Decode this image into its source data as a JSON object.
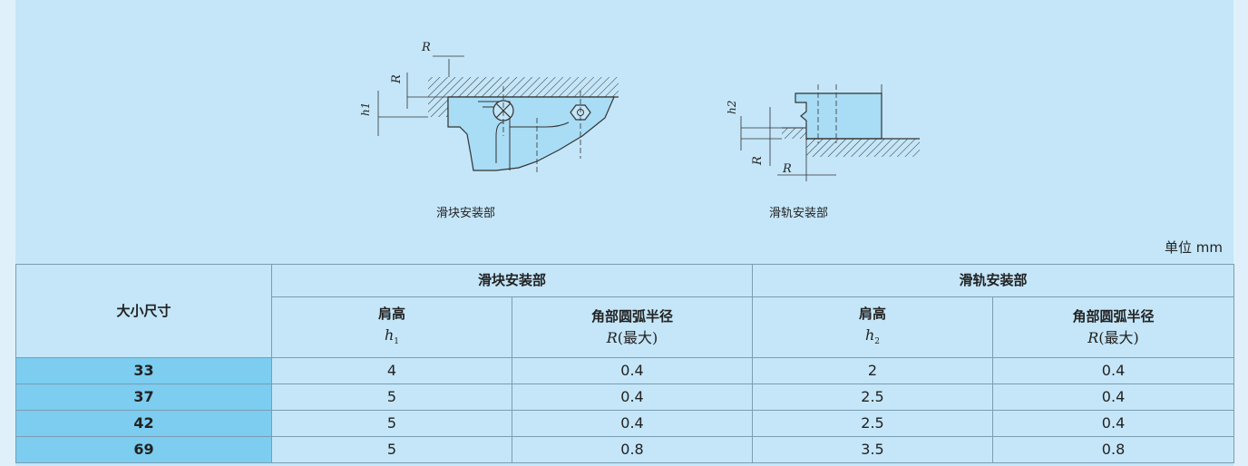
{
  "figures": {
    "slider": {
      "caption": "滑块安装部",
      "label_R_top": "R",
      "label_R_side": "R",
      "label_h": "h1"
    },
    "rail": {
      "caption": "滑轨安装部",
      "label_h": "h2",
      "label_R_side": "R",
      "label_R_bottom": "R"
    }
  },
  "unit": "单位 mm",
  "table": {
    "size_header": "大小尺寸",
    "slider_group": "滑块安装部",
    "rail_group": "滑轨安装部",
    "shoulder_label": "肩高",
    "corner_label": "角部圆弧半径",
    "h1_symbol": "h",
    "h1_sub": "1",
    "h2_symbol": "h",
    "h2_sub": "2",
    "r_symbol": "R",
    "r_suffix": "(最大)",
    "rows": [
      {
        "size": "33",
        "h1": "4",
        "r1": "0.4",
        "h2": "2",
        "r2": "0.4"
      },
      {
        "size": "37",
        "h1": "5",
        "r1": "0.4",
        "h2": "2.5",
        "r2": "0.4"
      },
      {
        "size": "42",
        "h1": "5",
        "r1": "0.4",
        "h2": "2.5",
        "r2": "0.4"
      },
      {
        "size": "69",
        "h1": "5",
        "r1": "0.8",
        "h2": "3.5",
        "r2": "0.8"
      }
    ]
  }
}
